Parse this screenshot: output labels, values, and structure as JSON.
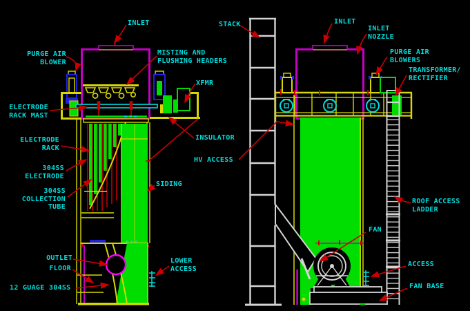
{
  "palette": {
    "bg": "#000000",
    "green": "#00dd00",
    "yellow": "#d8d800",
    "magenta": "#c400c4",
    "magenta-bright": "#ff00ff",
    "cyan": "#00dddd",
    "red": "#cc0000",
    "blue": "#2222dd",
    "gray": "#d4d4d4"
  },
  "labels": {
    "inlet_left": "INLET",
    "misting": "MISTING AND\nFLUSHING HEADERS",
    "purge_left": "PURGE AIR\nBLOWER",
    "stack": "STACK",
    "xfmr": "XFMR",
    "electrode_rack_mast": "ELECTRODE\nRACK MAST",
    "electrode_rack": "ELECTRODE\nRACK",
    "ss304_electrode": "304SS\nELECTRODE",
    "ss304_collection_tube": "304SS\nCOLLECTION\nTUBE",
    "siding": "SIDING",
    "insulator": "INSULATOR",
    "hv_access": "HV ACCESS",
    "outlet": "OUTLET",
    "floor": "FLOOR",
    "gauge_304ss": "12 GUAGE 304SS",
    "lower_access": "LOWER\nACCESS",
    "inlet_right": "INLET",
    "inlet_nozzle": "INLET\nNOZZLE",
    "purge_right": "PURGE AIR\nBLOWERS",
    "transformer_rectifier": "TRANSFORMER/\nRECTIFIER",
    "roof_access_ladder": "ROOF ACCESS\nLADDER",
    "fan": "FAN",
    "access": "ACCESS",
    "fan_base": "FAN BASE"
  }
}
